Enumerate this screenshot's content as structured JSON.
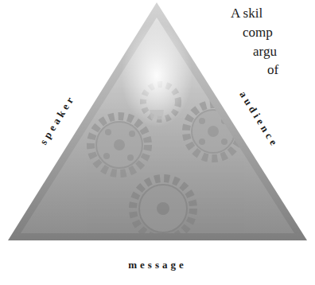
{
  "diagram": {
    "labels": [
      "A skil",
      "comp",
      "argu",
      "of",
      "speaker",
      "audience",
      "message"
    ]
  }
}
